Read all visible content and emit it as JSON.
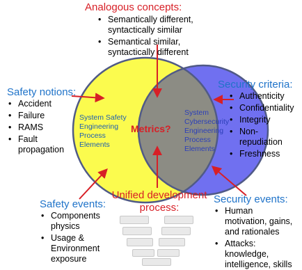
{
  "analogous": {
    "title": "Analogous concepts:",
    "items": [
      [
        "Semantically different,",
        "syntactically similar"
      ],
      [
        "Semantical similar,",
        "syntactically different"
      ]
    ]
  },
  "safety_notions": {
    "title": "Safety notions:",
    "items": [
      [
        "Accident"
      ],
      [
        "Failure"
      ],
      [
        "RAMS"
      ],
      [
        "Fault",
        "propagation"
      ]
    ]
  },
  "security_criteria": {
    "title": "Security criteria:",
    "items": [
      [
        "Authenticity"
      ],
      [
        "Confidentiality"
      ],
      [
        "Integrity"
      ],
      [
        "Non-",
        "repudiation"
      ],
      [
        "Freshness"
      ]
    ]
  },
  "left_circle": {
    "lines": [
      "System Safety",
      "Engineering",
      "Process",
      "Elements"
    ]
  },
  "right_circle": {
    "lines": [
      "System",
      "Cybersecurity",
      "Engineering",
      "Process",
      "Elements"
    ]
  },
  "center": {
    "label": "Metrics?"
  },
  "unified": {
    "title_lines": [
      "Unified development",
      "process:"
    ]
  },
  "safety_events": {
    "title": "Safety events:",
    "items": [
      [
        "Components",
        "physics"
      ],
      [
        "Usage &",
        "Environment",
        "exposure"
      ]
    ]
  },
  "security_events": {
    "title": "Security events:",
    "items": [
      [
        "Human",
        "motivation, gains,",
        "and rationales"
      ],
      [
        "Attacks:",
        "knowledge,",
        "intelligence, skills"
      ]
    ]
  },
  "colors": {
    "red": "#d71f26",
    "blue": "#1f73c9",
    "yellow_fill": "#fbfb4e",
    "blue_fill": "#7070f0",
    "overlap_fill": "#8c8c84",
    "circle_border": "#505a86"
  }
}
